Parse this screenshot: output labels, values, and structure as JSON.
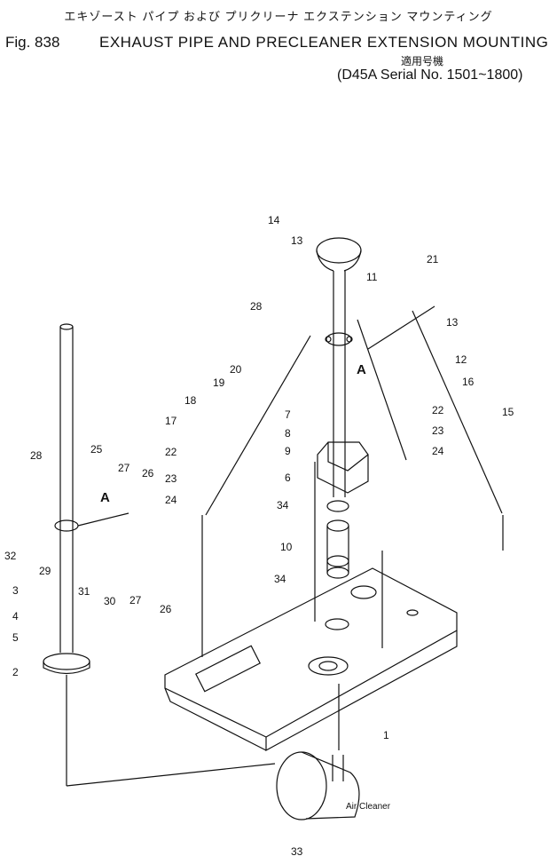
{
  "header": {
    "jp_title": "エキゾースト パイプ および プリクリーナ エクステンション マウンティング",
    "fig_no": "Fig. 838",
    "title": "EXHAUST PIPE AND PRECLEANER EXTENSION MOUNTING",
    "jp_applicability": "適用号機",
    "serial": "(D45A Serial No. 1501~1800)"
  },
  "callouts": [
    "14",
    "13",
    "11",
    "21",
    "28",
    "13",
    "12",
    "20",
    "19",
    "16",
    "18",
    "15",
    "7",
    "22",
    "8",
    "23",
    "9",
    "24",
    "17",
    "6",
    "22",
    "23",
    "24",
    "34",
    "10",
    "34",
    "1",
    "25",
    "27",
    "26",
    "28",
    "A",
    "A",
    "32",
    "29",
    "31",
    "30",
    "27",
    "26",
    "3",
    "4",
    "5",
    "2",
    "33"
  ],
  "air_cleaner_label": "Air Cleaner"
}
